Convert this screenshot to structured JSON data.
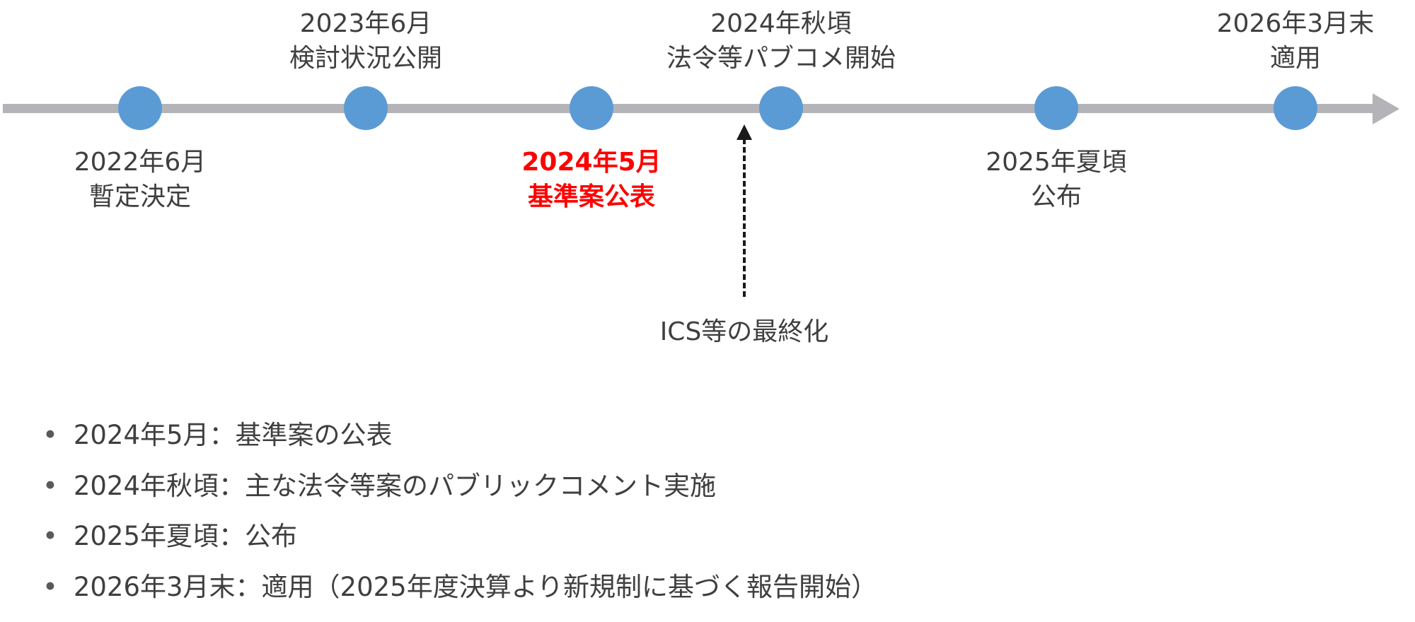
{
  "timeline": {
    "colors": {
      "line": "#b3b3b8",
      "node": "#5b9bd5",
      "highlight": "#ff0000",
      "text": "#3f3f3f"
    },
    "milestones": [
      {
        "date": "2022年6月",
        "event": "暫定決定",
        "side": "below",
        "highlight": false
      },
      {
        "date": "2023年6月",
        "event": "検討状況公開",
        "side": "above",
        "highlight": false
      },
      {
        "date": "2024年5月",
        "event": "基準案公表",
        "side": "below",
        "highlight": true
      },
      {
        "date": "2024年秋頃",
        "event": "法令等パブコメ開始",
        "side": "above",
        "highlight": false
      },
      {
        "date": "2025年夏頃",
        "event": "公布",
        "side": "below",
        "highlight": false
      },
      {
        "date": "2026年3月末",
        "event": "適用",
        "side": "above",
        "highlight": false
      }
    ],
    "annotation": {
      "label": "ICS等の最終化"
    }
  },
  "bullets": [
    "2024年5月：基準案の公表",
    "2024年秋頃：主な法令等案のパブリックコメント実施",
    "2025年夏頃：公布",
    "2026年3月末：適用（2025年度決算より新規制に基づく報告開始）"
  ]
}
